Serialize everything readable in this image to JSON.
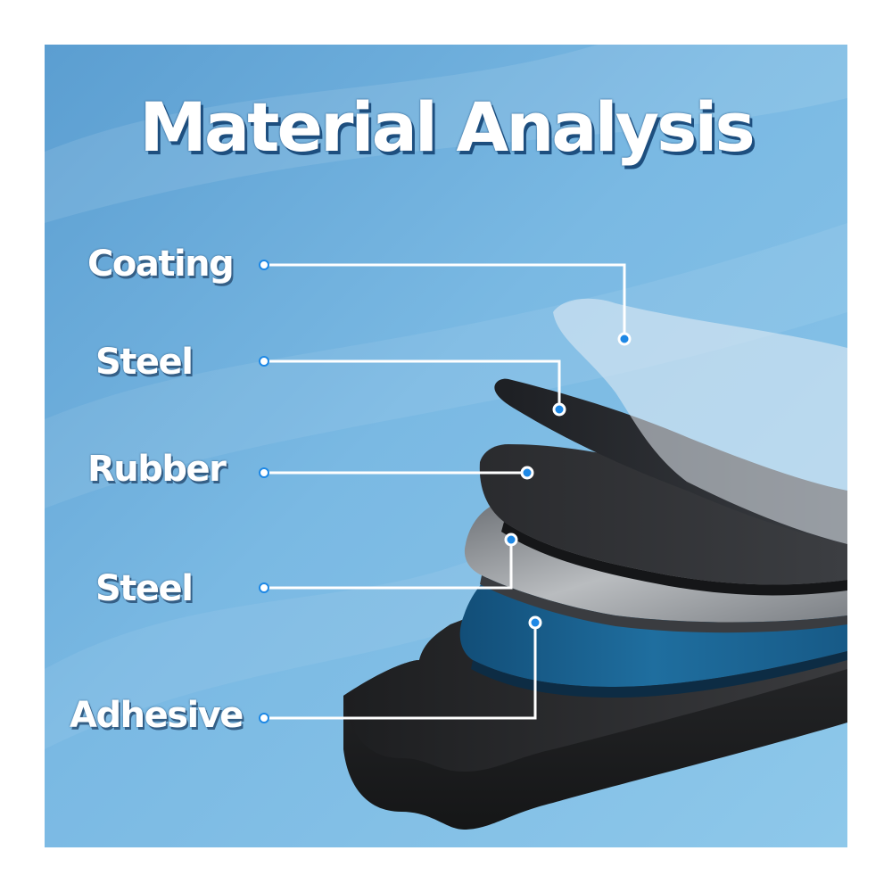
{
  "title": "Material Analysis",
  "layers": [
    {
      "label": "Coating"
    },
    {
      "label": "Steel"
    },
    {
      "label": "Rubber"
    },
    {
      "label": "Steel"
    },
    {
      "label": "Adhesive"
    }
  ],
  "colors": {
    "background": "#7db8e0",
    "leader_line": "#ffffff",
    "marker_dot": "#1e88e5",
    "coating": "#dfe6ee",
    "steel_dark": "#2b2e33",
    "rubber": "#333539",
    "steel_light": "#9a9ea3",
    "adhesive": "#1f6a9a",
    "base": "#252628"
  }
}
